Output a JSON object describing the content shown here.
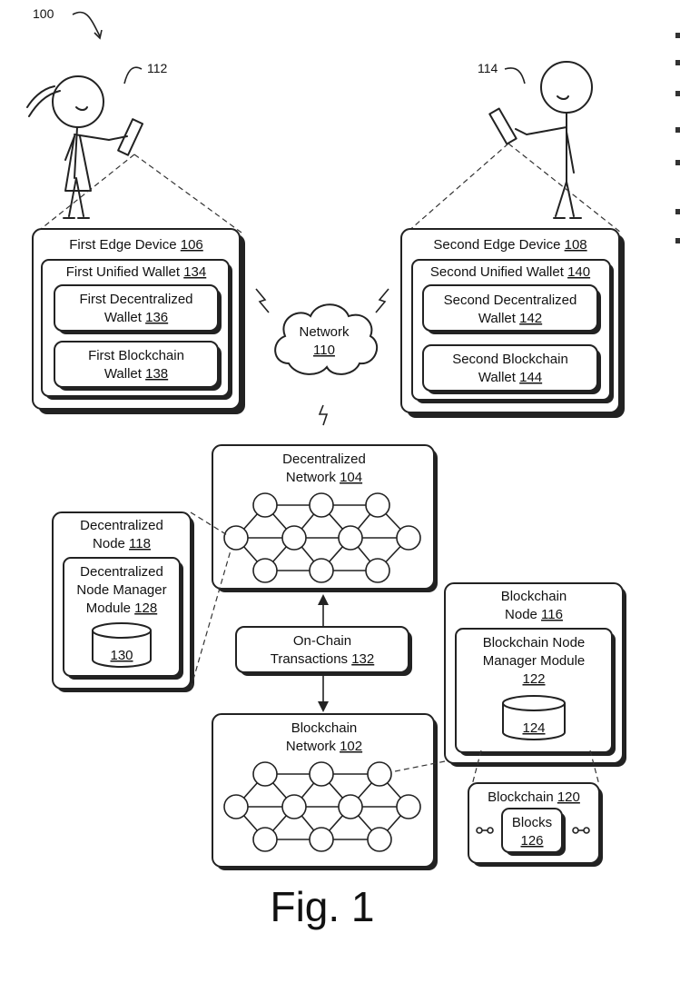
{
  "figure_ref": "100",
  "figure_label": "Fig. 1",
  "user1": {
    "ref": "112"
  },
  "user2": {
    "ref": "114"
  },
  "edge1": {
    "title": "First Edge Device",
    "num": "106",
    "wallet_title": "First Unified Wallet",
    "wallet_num": "134",
    "dec_line1": "First Decentralized",
    "dec_line2": "Wallet",
    "dec_num": "136",
    "bc_line1": "First Blockchain",
    "bc_line2": "Wallet",
    "bc_num": "138"
  },
  "edge2": {
    "title": "Second Edge Device",
    "num": "108",
    "wallet_title": "Second Unified Wallet",
    "wallet_num": "140",
    "dec_line1": "Second Decentralized",
    "dec_line2": "Wallet",
    "dec_num": "142",
    "bc_line1": "Second Blockchain",
    "bc_line2": "Wallet",
    "bc_num": "144"
  },
  "network": {
    "label": "Network",
    "num": "110"
  },
  "dec_network": {
    "line1": "Decentralized",
    "line2": "Network",
    "num": "104"
  },
  "dec_node": {
    "line1": "Decentralized",
    "line2": "Node",
    "num": "118",
    "mod_line1": "Decentralized",
    "mod_line2": "Node Manager",
    "mod_line3": "Module",
    "mod_num": "128",
    "db_num": "130"
  },
  "onchain": {
    "line1": "On-Chain",
    "line2": "Transactions",
    "num": "132"
  },
  "bc_network": {
    "line1": "Blockchain",
    "line2": "Network",
    "num": "102"
  },
  "bc_node": {
    "line1": "Blockchain",
    "line2": "Node",
    "num": "116",
    "mod_line1": "Blockchain Node",
    "mod_line2": "Manager Module",
    "mod_num": "122",
    "db_num": "124"
  },
  "blockchain": {
    "title": "Blockchain",
    "num": "120",
    "blocks_label": "Blocks",
    "blocks_num": "126"
  }
}
